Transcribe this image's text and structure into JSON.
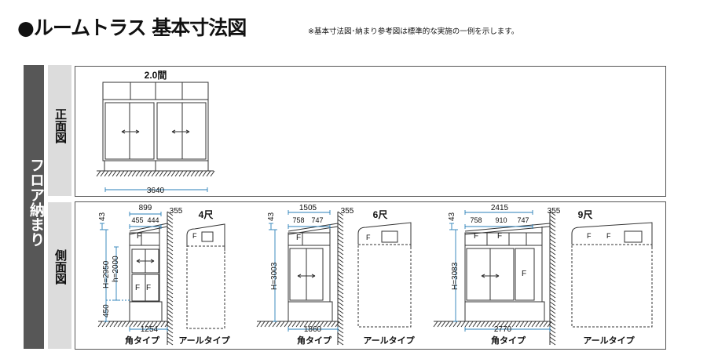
{
  "header": {
    "title": "●ルームトラス 基本寸法図",
    "note": "※基本寸法図･納まり参考図は標準的な実施の一例を示します。"
  },
  "sidebar": {
    "label": "フロア納まり"
  },
  "sections": {
    "front_label": "正面図",
    "side_label": "側面図"
  },
  "front_view": {
    "size": "2.0間",
    "width": "3640"
  },
  "side_views": [
    {
      "size": "4尺",
      "top_width": "899",
      "split": [
        "455",
        "444"
      ],
      "eave": "355",
      "rise": "43",
      "height": "H=2950",
      "door_height": "h=2000",
      "base": "450",
      "depth": "1254",
      "panel_f": "F",
      "type_square": "角タイプ",
      "type_round": "アールタイプ"
    },
    {
      "size": "6尺",
      "top_width": "1505",
      "split": [
        "758",
        "747"
      ],
      "eave": "355",
      "rise": "43",
      "height": "H=3003",
      "depth": "1860",
      "panel_f": "F",
      "type_square": "角タイプ",
      "type_round": "アールタイプ"
    },
    {
      "size": "9尺",
      "top_width": "2415",
      "split": [
        "758",
        "910",
        "747"
      ],
      "eave": "355",
      "rise": "43",
      "height": "H=3083",
      "depth": "2770",
      "panel_f": "F",
      "type_square": "角タイプ",
      "type_round": "アールタイプ"
    }
  ],
  "colors": {
    "dimension": "#2a7fb8",
    "frame": "#333333",
    "sidebar": "#575757",
    "label_bg": "#dcdcdc"
  }
}
